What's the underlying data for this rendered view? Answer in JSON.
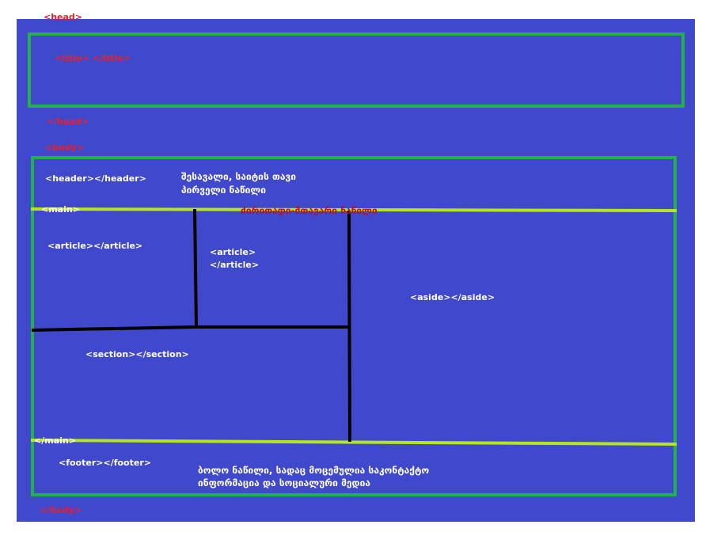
{
  "head_open": "<head>",
  "title_tag": "<title> </title>",
  "head_close": "</head>",
  "body_open": "<body>",
  "header_tag": "<header></header>",
  "header_desc_line1": "შესავალი, საიტის თავი",
  "header_desc_line2": "პირველი ნაწილი",
  "main_open": "<main>",
  "main_desc": "ძირითადი-მთავარი ნაწილი",
  "article1_tag": "<article></article>",
  "article2_open": "<article>",
  "article2_close": "</article>",
  "aside_tag": "<aside></aside>",
  "section_tag": "<section></section>",
  "main_close": "</main>",
  "footer_tag": "<footer></footer>",
  "footer_desc_line1": "ბოლო ნაწილი, სადაც მოცემულია საკონტაქტო",
  "footer_desc_line2": "ინფორმაცია და სოციალური მედია",
  "body_close": "</body>",
  "colors": {
    "background": "#4048cc",
    "frame_green": "#22b24c",
    "main_line_lime": "#b5e61d",
    "divider_black": "#000000",
    "tag_red": "#e8202a",
    "label_white": "#ffffff"
  }
}
